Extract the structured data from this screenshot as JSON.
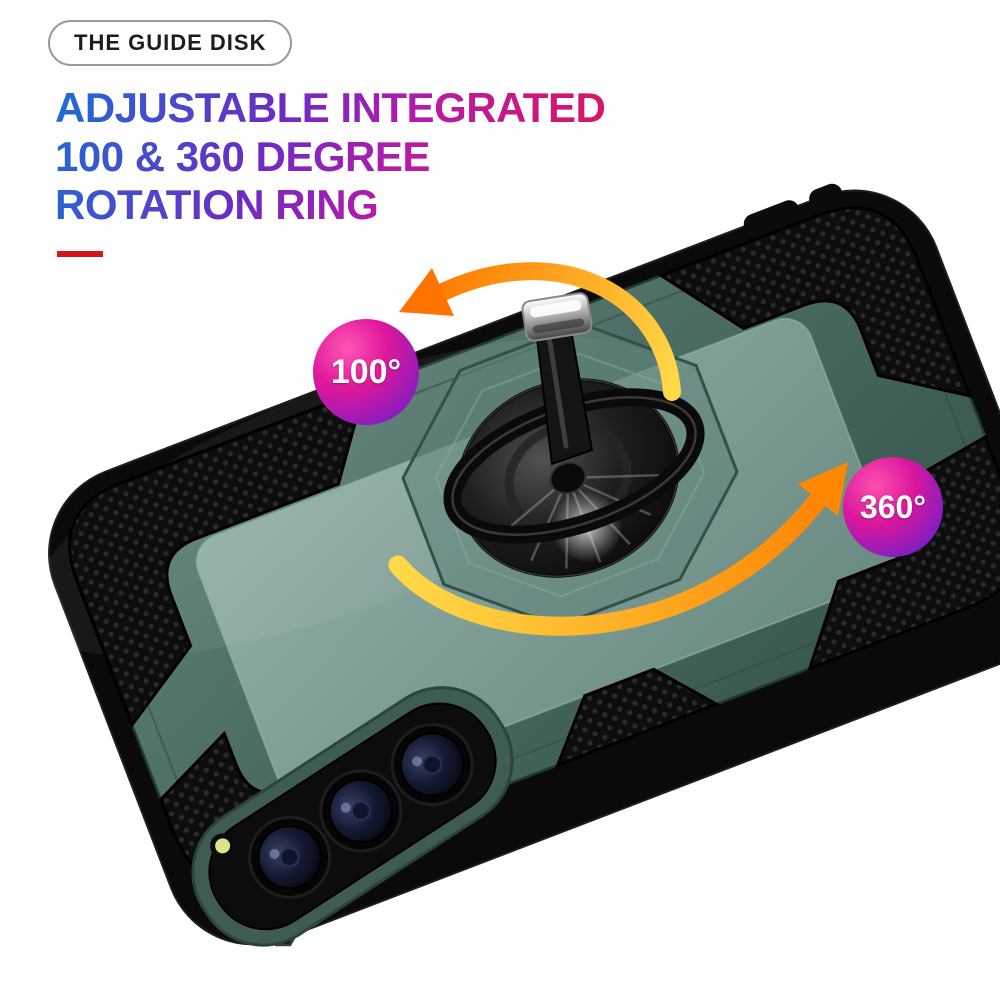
{
  "pill": {
    "label": "THE GUIDE DISK"
  },
  "title": {
    "line1": "ADJUSTABLE INTEGRATED",
    "line2": "100 & 360 DEGREE",
    "line3": "ROTATION RING"
  },
  "callouts": {
    "partial_rotation": "100°",
    "full_rotation": "360°"
  },
  "product": {
    "depicted_item": "armor phone case with rotating ring kickstand, triple camera cutout and honeycomb corner bumpers",
    "case_color": "#4a6a62"
  },
  "colors": {
    "title_gradient": [
      "#1c6fd4",
      "#6d2bc4",
      "#e31551"
    ],
    "callout_badge_gradient": [
      "#ff56b5",
      "#6a15a8"
    ],
    "rotation_arrow_gradient": [
      "#ffd948",
      "#ff7a00"
    ],
    "accent_dash": "#d6131c",
    "pill_border": "#9a9a9a"
  }
}
